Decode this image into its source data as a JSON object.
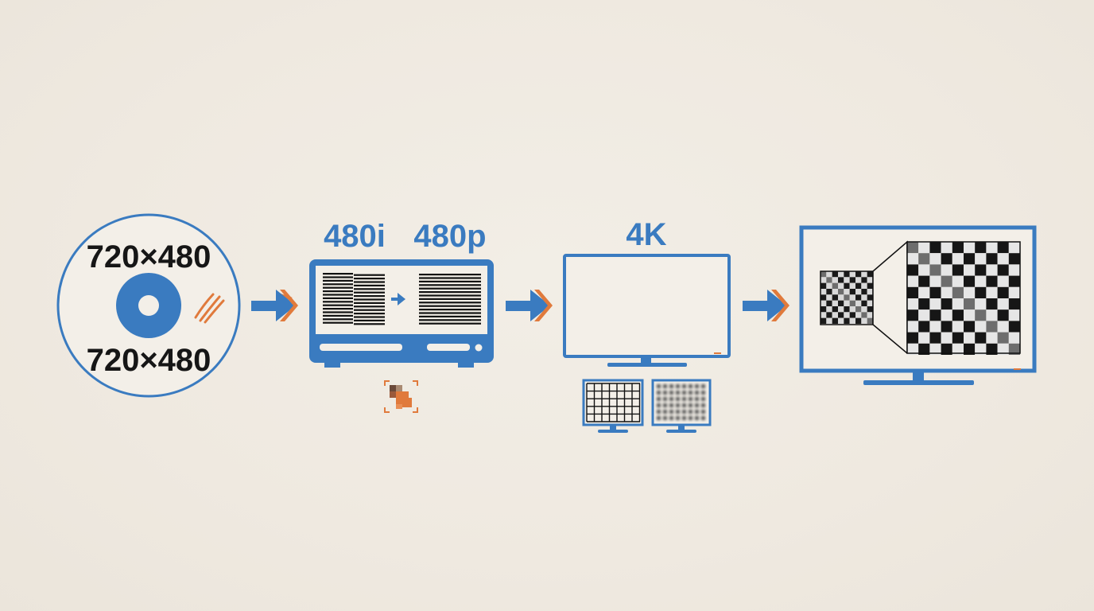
{
  "colors": {
    "background": "#efeae2",
    "blue": "#3a7bc0",
    "orange": "#e07a3c",
    "ink": "#161616"
  },
  "disc": {
    "top_resolution": "720×480",
    "bottom_resolution": "720×480",
    "icon": "disc-icon",
    "scratch_icon": "scratch-marks-icon"
  },
  "player": {
    "input_mode": "480i",
    "output_mode": "480p",
    "icon": "dvd-player-icon",
    "deinterlace_icon": "scan-lines-icon",
    "artifact_icon": "pixelation-artifact-icon"
  },
  "tv_4k": {
    "label": "4K",
    "icon": "tv-icon",
    "sharp_icon": "sharp-grid-monitor-icon",
    "blurry_icon": "blurry-grid-monitor-icon"
  },
  "upscaled_tv": {
    "icon": "large-tv-icon",
    "magnify_icon": "magnified-pixels-icon"
  },
  "arrows": [
    "arrow-right-icon",
    "arrow-right-icon",
    "arrow-right-icon"
  ]
}
